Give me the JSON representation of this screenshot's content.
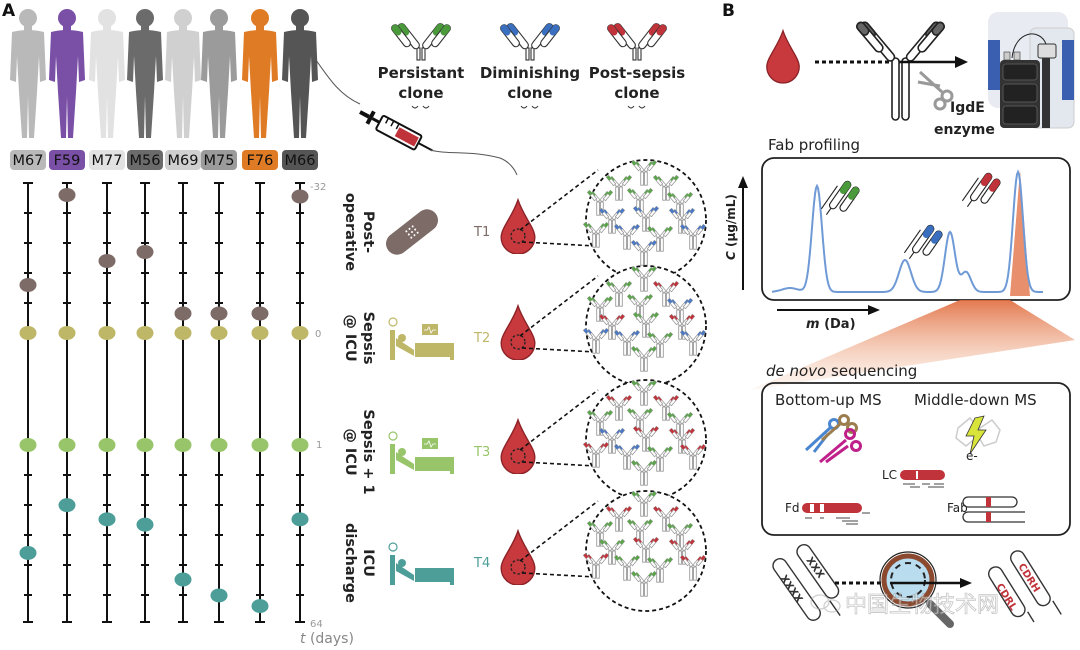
{
  "panels": {
    "a": "A",
    "b": "B"
  },
  "patients": [
    {
      "id": "M67",
      "color": "#b9b9b9"
    },
    {
      "id": "F59",
      "color": "#7a4fa6"
    },
    {
      "id": "M77",
      "color": "#e2e2e2"
    },
    {
      "id": "M56",
      "color": "#6b6b6b"
    },
    {
      "id": "M69",
      "color": "#d0d0d0"
    },
    {
      "id": "M75",
      "color": "#9b9b9b"
    },
    {
      "id": "F76",
      "color": "#e07b25"
    },
    {
      "id": "M66",
      "color": "#555555"
    }
  ],
  "timeline": {
    "axis_label_var": "t",
    "axis_label_unit": "(days)",
    "tick_labels": {
      "top": "-32",
      "t2": "0",
      "t3": "1",
      "bottom": "64"
    },
    "colors": {
      "T1": "#7d6b68",
      "T2": "#bfb768",
      "T3": "#98c56a",
      "T4": "#4d9e99"
    },
    "note": "Per-patient sampling position along timeline, as fraction of segment (pre: 0=-32d top to 1=day 0; post: 0=day 1 to 1=day 64)",
    "pre_fraction": [
      0.68,
      0.08,
      0.52,
      0.46,
      0.87,
      0.87,
      0.87,
      0.09
    ],
    "post_fraction": [
      0.61,
      0.34,
      0.42,
      0.45,
      0.76,
      0.85,
      0.91,
      0.42
    ]
  },
  "clones": [
    {
      "line1": "Persistant",
      "line2": "clone",
      "color": "#4a9a3c"
    },
    {
      "line1": "Diminishing",
      "line2": "clone",
      "color": "#3a6fbf"
    },
    {
      "line1": "Post-sepsis",
      "line2": "clone",
      "color": "#c0333a"
    }
  ],
  "stages": [
    {
      "line1": "Post-",
      "line2": "operative",
      "tag": "T1",
      "color": "#7d6b68",
      "icon": "bandage-icon"
    },
    {
      "line1": "Sepsis",
      "line2": "@ ICU",
      "tag": "T2",
      "color": "#bfb768",
      "icon": "hospital-bed-icon"
    },
    {
      "line1": "Sepsis + 1",
      "line2": "@ ICU",
      "tag": "T3",
      "color": "#98c56a",
      "icon": "hospital-bed-icon"
    },
    {
      "line1": "ICU",
      "line2": "discharge",
      "tag": "T4",
      "color": "#4d9e99",
      "icon": "hospital-bed-icon"
    }
  ],
  "panel_b": {
    "enzyme_line1": "IgdE",
    "enzyme_line2": "enzyme",
    "fab_title": "Fab profiling",
    "y_axis_var": "C",
    "y_axis_unit": "(µg/mL)",
    "x_axis_var": "m",
    "x_axis_unit": "(Da)",
    "denovo_title_italic": "de novo",
    "denovo_title_rest": " sequencing",
    "bottom_up": "Bottom-up MS",
    "middle_down": "Middle-down MS",
    "electron": "e-",
    "lc": "LC",
    "fd": "Fd",
    "fab": "Fab",
    "seq_unknown_1": "XXXX",
    "seq_unknown_2": "XXX",
    "seq_known_1": "CDRL",
    "seq_known_2": "CDRH",
    "watermark": "中国生物技术网",
    "trace_color": "#6f9ad6"
  }
}
